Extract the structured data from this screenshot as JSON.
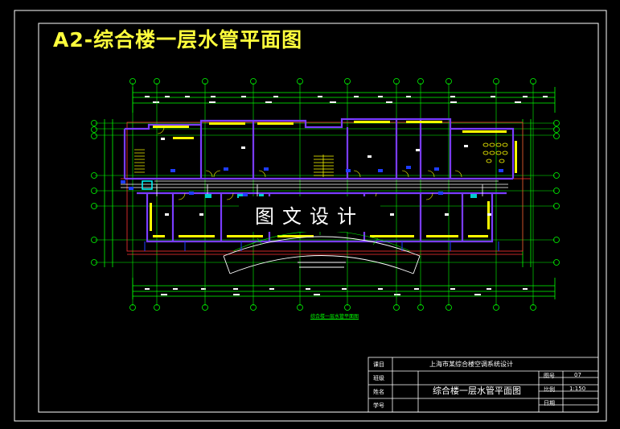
{
  "header": {
    "title": "A2-综合楼一层水管平面图"
  },
  "watermark": {
    "text": "图文设计"
  },
  "plan": {
    "caption": "综合楼一层水管平面图"
  },
  "title_block": {
    "row1_label": "课目",
    "row2_label": "班级",
    "row3_label": "姓名",
    "row4_label": "学号",
    "project_name": "上海市某综合楼空调系统设计",
    "drawing_name": "综合楼一层水管平面图",
    "number_label": "图号",
    "number_value": "07",
    "scale_label": "比例",
    "scale_value": "1:150",
    "date_label": "日期",
    "date_value": ""
  },
  "colors": {
    "background": "#000000",
    "frame": "#ffffff",
    "title": "#ffff3c",
    "axis": "#00ff00",
    "walls": "#7a3cff",
    "pipe": "#ffffff",
    "stair": "#ffff00",
    "accent": "#ff3333"
  }
}
